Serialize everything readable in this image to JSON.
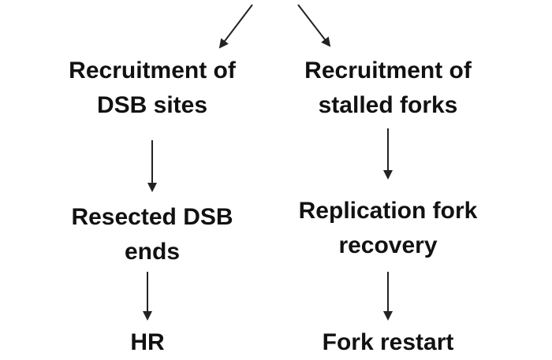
{
  "colors": {
    "background": "#ffffff",
    "text": "#111111",
    "arrow": "#222222"
  },
  "diagram": {
    "left_branch": {
      "node1": {
        "line1": "Recruitment of",
        "line2": "DSB sites"
      },
      "node2": {
        "line1": "Resected DSB",
        "line2": "ends"
      },
      "node3": {
        "line1": "HR"
      }
    },
    "right_branch": {
      "node1": {
        "line1": "Recruitment of",
        "line2": "stalled forks"
      },
      "node2": {
        "line1": "Replication fork",
        "line2": "recovery"
      },
      "node3": {
        "line1": "Fork restart"
      }
    }
  }
}
